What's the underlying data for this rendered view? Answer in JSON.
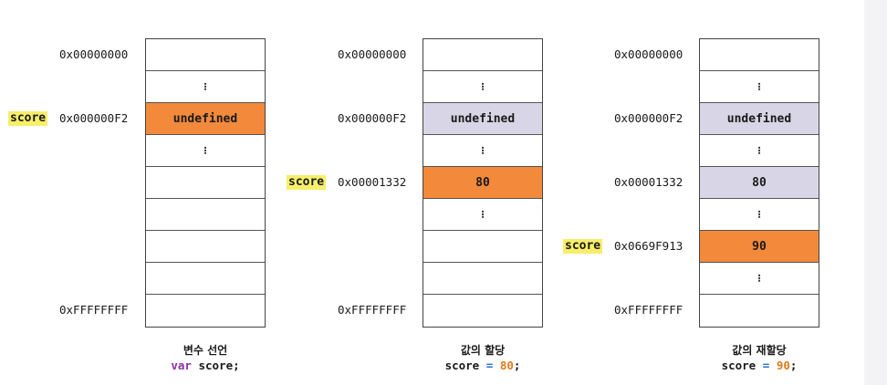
{
  "panels": [
    {
      "caption": "변수 선언",
      "code": {
        "keyword": "var",
        "rest": " score;"
      },
      "addresses": {
        "top": "0x00000000",
        "mid": "0x000000F2",
        "bottom": "0xFFFFFFFF"
      },
      "variable": "score",
      "cells": [
        "",
        "⁝",
        "undefined",
        "⁝",
        "",
        "",
        "",
        "",
        ""
      ]
    },
    {
      "caption": "값의 할당",
      "code": {
        "lhs": "score",
        "op": "=",
        "value": "80",
        "end": ";"
      },
      "addresses": {
        "top": "0x00000000",
        "mid": "0x000000F2",
        "mid2": "0x00001332",
        "bottom": "0xFFFFFFFF"
      },
      "variable": "score",
      "cells": [
        "",
        "⁝",
        "undefined",
        "⁝",
        "80",
        "⁝",
        "",
        "",
        ""
      ]
    },
    {
      "caption": "값의 재할당",
      "code": {
        "lhs": "score",
        "op": "=",
        "value": "90",
        "end": ";"
      },
      "addresses": {
        "top": "0x00000000",
        "mid": "0x000000F2",
        "mid2": "0x00001332",
        "mid3": "0x0669F913",
        "bottom": "0xFFFFFFFF"
      },
      "variable": "score",
      "cells": [
        "",
        "⁝",
        "undefined",
        "⁝",
        "80",
        "⁝",
        "90",
        "⁝",
        ""
      ]
    }
  ],
  "colors": {
    "active": "#f2893b",
    "stale": "#d8d6e6",
    "highlight": "#f7ee6a"
  }
}
